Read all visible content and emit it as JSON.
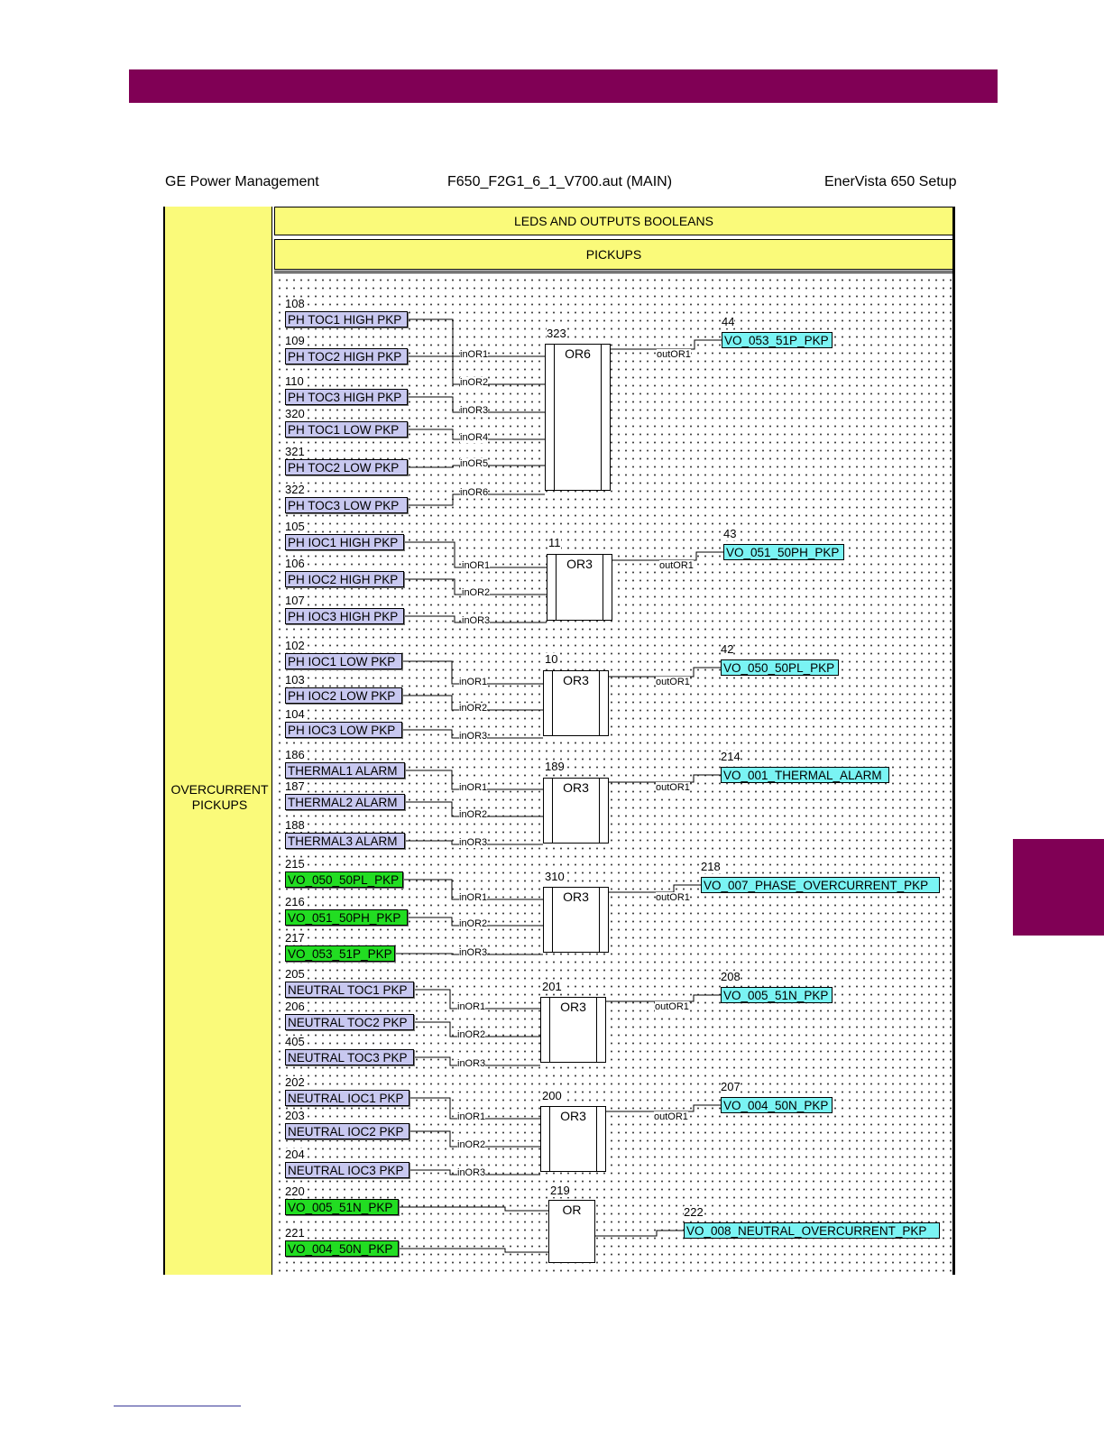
{
  "header": {
    "left": "GE Power Management",
    "center": "F650_F2G1_6_1_V700.aut (MAIN)",
    "right": "EnerVista 650 Setup"
  },
  "frame": {
    "band1": "LEDS AND OUTPUTS BOOLEANS",
    "band2": "PICKUPS",
    "left_label_1": "OVERCURRENT",
    "left_label_2": "PICKUPS"
  },
  "colors": {
    "brand": "#800055",
    "band": "#fafa7a",
    "input": "#c8c8f0",
    "input_green": "#22dd22",
    "output": "#7af4f4"
  },
  "groups": [
    {
      "gate_id": "323",
      "gate_name": "OR6",
      "inputs": [
        {
          "id": "108",
          "label": "PH TOC1 HIGH PKP",
          "green": false
        },
        {
          "id": "109",
          "label": "PH TOC2 HIGH PKP",
          "green": false
        },
        {
          "id": "110",
          "label": "PH TOC3 HIGH PKP",
          "green": false
        },
        {
          "id": "320",
          "label": "PH TOC1 LOW PKP",
          "green": false
        },
        {
          "id": "321",
          "label": "PH TOC2 LOW PKP",
          "green": false
        },
        {
          "id": "322",
          "label": "PH TOC3 LOW PKP",
          "green": false
        }
      ],
      "pins": [
        "inOR1",
        "inOR2",
        "inOR3",
        "inOR4",
        "inOR5",
        "inOR6"
      ],
      "out_pin": "outOR1",
      "output": {
        "id": "44",
        "label": "VO_053_51P_PKP"
      }
    },
    {
      "gate_id": "11",
      "gate_name": "OR3",
      "inputs": [
        {
          "id": "105",
          "label": "PH IOC1 HIGH PKP",
          "green": false
        },
        {
          "id": "106",
          "label": "PH IOC2 HIGH PKP",
          "green": false
        },
        {
          "id": "107",
          "label": "PH IOC3 HIGH PKP",
          "green": false
        }
      ],
      "pins": [
        "inOR1",
        "inOR2",
        "inOR3"
      ],
      "out_pin": "outOR1",
      "output": {
        "id": "43",
        "label": "VO_051_50PH_PKP"
      }
    },
    {
      "gate_id": "10",
      "gate_name": "OR3",
      "inputs": [
        {
          "id": "102",
          "label": "PH IOC1 LOW PKP",
          "green": false
        },
        {
          "id": "103",
          "label": "PH IOC2 LOW PKP",
          "green": false
        },
        {
          "id": "104",
          "label": "PH IOC3 LOW PKP",
          "green": false
        }
      ],
      "pins": [
        "inOR1",
        "inOR2",
        "inOR3"
      ],
      "out_pin": "outOR1",
      "output": {
        "id": "42",
        "label": "VO_050_50PL_PKP"
      }
    },
    {
      "gate_id": "189",
      "gate_name": "OR3",
      "inputs": [
        {
          "id": "186",
          "label": "THERMAL1 ALARM",
          "green": false
        },
        {
          "id": "187",
          "label": "THERMAL2 ALARM",
          "green": false
        },
        {
          "id": "188",
          "label": "THERMAL3 ALARM",
          "green": false
        }
      ],
      "pins": [
        "inOR1",
        "inOR2",
        "inOR3"
      ],
      "out_pin": "outOR1",
      "output": {
        "id": "214",
        "label": "VO_001_THERMAL_ALARM"
      }
    },
    {
      "gate_id": "310",
      "gate_name": "OR3",
      "inputs": [
        {
          "id": "215",
          "label": "VO_050_50PL_PKP",
          "green": true
        },
        {
          "id": "216",
          "label": "VO_051_50PH_PKP",
          "green": true
        },
        {
          "id": "217",
          "label": "VO_053_51P_PKP",
          "green": true
        }
      ],
      "pins": [
        "inOR1",
        "inOR2",
        "inOR3"
      ],
      "out_pin": "outOR1",
      "output": {
        "id": "218",
        "label": "VO_007_PHASE_OVERCURRENT_PKP"
      }
    },
    {
      "gate_id": "201",
      "gate_name": "OR3",
      "inputs": [
        {
          "id": "205",
          "label": "NEUTRAL TOC1 PKP",
          "green": false
        },
        {
          "id": "206",
          "label": "NEUTRAL TOC2 PKP",
          "green": false
        },
        {
          "id": "405",
          "label": "NEUTRAL TOC3 PKP",
          "green": false
        }
      ],
      "pins": [
        "inOR1",
        "inOR2",
        "inOR3"
      ],
      "out_pin": "outOR1",
      "output": {
        "id": "208",
        "label": "VO_005_51N_PKP"
      }
    },
    {
      "gate_id": "200",
      "gate_name": "OR3",
      "inputs": [
        {
          "id": "202",
          "label": "NEUTRAL IOC1 PKP",
          "green": false
        },
        {
          "id": "203",
          "label": "NEUTRAL IOC2 PKP",
          "green": false
        },
        {
          "id": "204",
          "label": "NEUTRAL IOC3 PKP",
          "green": false
        }
      ],
      "pins": [
        "inOR1",
        "inOR2",
        "inOR3"
      ],
      "out_pin": "outOR1",
      "output": {
        "id": "207",
        "label": "VO_004_50N_PKP"
      }
    },
    {
      "gate_id": "219",
      "gate_name": "OR",
      "inputs": [
        {
          "id": "220",
          "label": "VO_005_51N_PKP",
          "green": true
        },
        {
          "id": "221",
          "label": "VO_004_50N_PKP",
          "green": true
        }
      ],
      "pins": [],
      "out_pin": "",
      "output": {
        "id": "222",
        "label": "VO_008_NEUTRAL_OVERCURRENT_PKP"
      }
    }
  ]
}
